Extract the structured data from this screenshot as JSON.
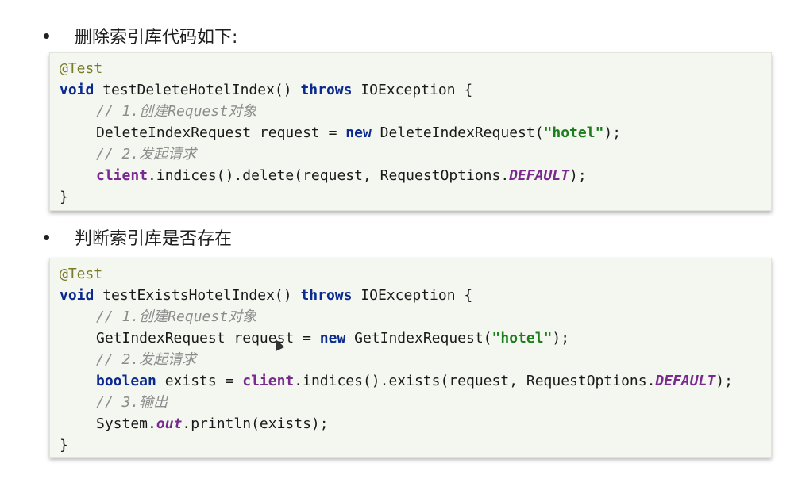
{
  "sections": [
    {
      "heading": "删除索引库代码如下:",
      "code": {
        "annotation": "@Test",
        "kw_void": "void",
        "method_sig": " testDeleteHotelIndex() ",
        "kw_throws": "throws",
        "exception": " IOException {",
        "comment1": "// 1.创建Request对象",
        "l3_a": "DeleteIndexRequest request = ",
        "kw_new": "new",
        "l3_b": " DeleteIndexRequest(",
        "l3_str": "\"hotel\"",
        "l3_c": ");",
        "comment2": "// 2.发起请求",
        "client": "client",
        "l5_a": ".indices().delete(request, RequestOptions.",
        "default": "DEFAULT",
        "l5_b": ");",
        "close": "}"
      }
    },
    {
      "heading": "判断索引库是否存在",
      "code": {
        "annotation": "@Test",
        "kw_void": "void",
        "method_sig": " testExistsHotelIndex() ",
        "kw_throws": "throws",
        "exception": " IOException {",
        "comment1": "// 1.创建Request对象",
        "l3_a": "GetIndexRequest request = ",
        "kw_new": "new",
        "l3_b": " GetIndexRequest(",
        "l3_str": "\"hotel\"",
        "l3_c": ");",
        "comment2": "// 2.发起请求",
        "kw_boolean": "boolean",
        "l5_a": " exists = ",
        "client": "client",
        "l5_b": ".indices().exists(request, RequestOptions.",
        "default": "DEFAULT",
        "l5_c": ");",
        "comment3": "// 3.输出",
        "sys": "System.",
        "out": "out",
        "println": ".println(exists);",
        "close": "}"
      }
    }
  ]
}
